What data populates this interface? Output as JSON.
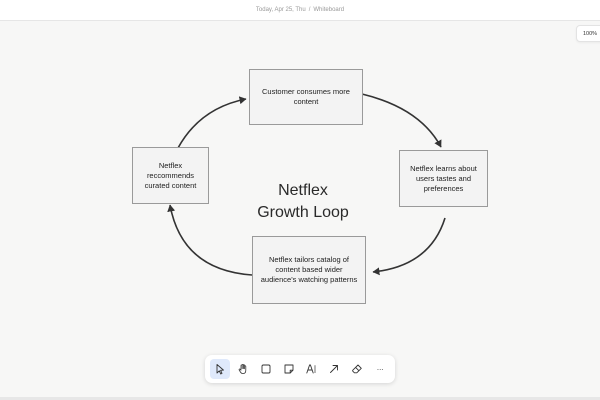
{
  "header": {
    "date": "Today, Apr 25, Thu",
    "separator": "/",
    "page": "Whiteboard"
  },
  "zoom": {
    "level": "100%"
  },
  "diagram": {
    "title_line1": "Netflex",
    "title_line2": "Growth Loop",
    "nodes": {
      "consume": "Customer consumes more content",
      "learn": "Netflex learns about users tastes and preferences",
      "tailor": "Netflex tailors catalog of content based wider audience's watching patterns",
      "recommend": "Netflex reccommends curated content"
    }
  },
  "toolbar": {
    "active_tool": "select",
    "tools": [
      {
        "id": "select",
        "icon": "cursor-icon"
      },
      {
        "id": "hand",
        "icon": "hand-icon"
      },
      {
        "id": "rectangle",
        "icon": "square-icon"
      },
      {
        "id": "sticky",
        "icon": "sticky-note-icon"
      },
      {
        "id": "text",
        "icon": "text-icon"
      },
      {
        "id": "arrow",
        "icon": "arrow-icon"
      },
      {
        "id": "eraser",
        "icon": "eraser-icon"
      },
      {
        "id": "more",
        "icon": "more-icon",
        "label": "···"
      }
    ]
  }
}
